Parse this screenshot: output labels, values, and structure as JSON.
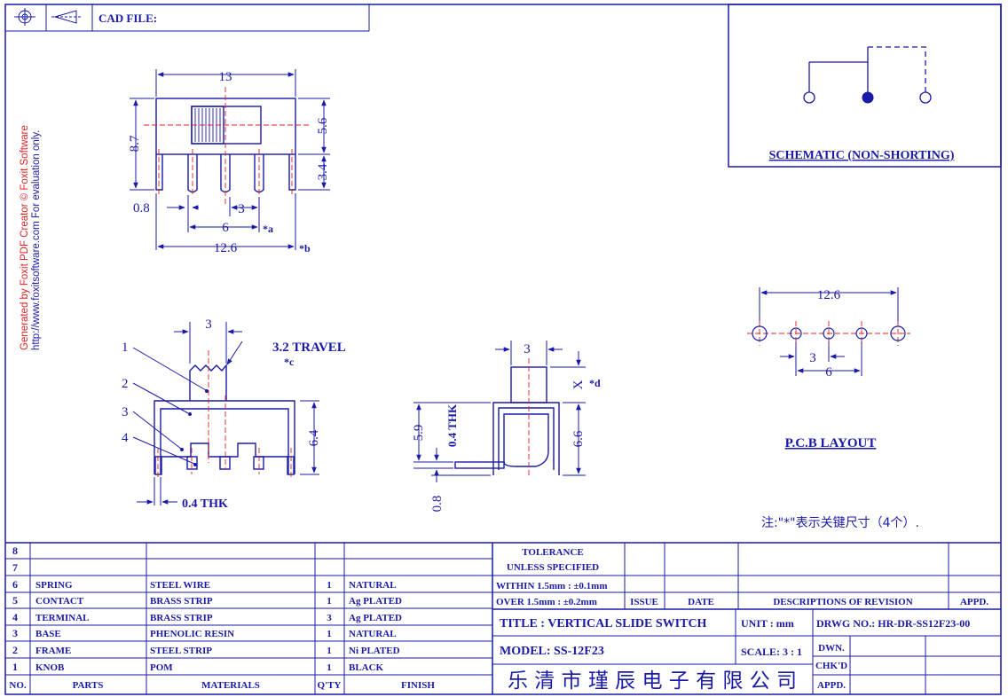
{
  "header": {
    "cad_file_label": "CAD FILE:"
  },
  "watermark": {
    "line1": "Generated by Foxit PDF Creator © Foxit Software",
    "line2": "http://www.foxitsoftware.com   For evaluation only."
  },
  "top_view": {
    "dim_width": "13",
    "dim_height_total": "8.7",
    "dim_body": "5.6",
    "dim_pin": "3.4",
    "dim_pin_width": "0.8",
    "dim_span_a": "6",
    "dim_pitch": "3",
    "mark_a": "*a",
    "dim_span_b": "12.6",
    "mark_b": "*b"
  },
  "front_view": {
    "dim_knob": "3",
    "travel": "3.2  TRAVEL",
    "mark_c": "*c",
    "callouts": [
      "1",
      "2",
      "3",
      "4"
    ],
    "dim_height": "6.4",
    "thk": "0.4  THK"
  },
  "side_view": {
    "dim_top": "3",
    "dim_x": "X",
    "mark_d": "*d",
    "dim_59": "5.9",
    "dim_thk": "0.4  THK",
    "dim_66": "6.6",
    "dim_08": "0.8"
  },
  "schematic": {
    "title": "SCHEMATIC  (NON-SHORTING)"
  },
  "pcb": {
    "dim_span": "12.6",
    "dim_pitch": "3",
    "dim_span_6": "6",
    "title": "P.C.B  LAYOUT"
  },
  "note": "注:\"*\"表示关键尺寸（4个）.",
  "bom": {
    "headers": {
      "no": "NO.",
      "parts": "PARTS",
      "materials": "MATERIALS",
      "qty": "Q'TY",
      "finish": "FINISH"
    },
    "rows": [
      {
        "no": "8",
        "part": "",
        "material": "",
        "qty": "",
        "finish": ""
      },
      {
        "no": "7",
        "part": "",
        "material": "",
        "qty": "",
        "finish": ""
      },
      {
        "no": "6",
        "part": "SPRING",
        "material": "STEEL  WIRE",
        "qty": "1",
        "finish": "NATURAL"
      },
      {
        "no": "5",
        "part": "CONTACT",
        "material": "BRASS  STRIP",
        "qty": "1",
        "finish": "Ag  PLATED"
      },
      {
        "no": "4",
        "part": "TERMINAL",
        "material": "BRASS  STRIP",
        "qty": "3",
        "finish": "Ag  PLATED"
      },
      {
        "no": "3",
        "part": "BASE",
        "material": "PHENOLIC  RESIN",
        "qty": "1",
        "finish": "NATURAL"
      },
      {
        "no": "2",
        "part": "FRAME",
        "material": "STEEL  STRIP",
        "qty": "1",
        "finish": "Ni  PLATED"
      },
      {
        "no": "1",
        "part": "KNOB",
        "material": "POM",
        "qty": "1",
        "finish": "BLACK"
      }
    ]
  },
  "tolerance": {
    "line1": "TOLERANCE",
    "line2": "UNLESS   SPECIFIED",
    "within": "WITHIN  1.5mm  :  ±0.1mm",
    "over": "OVER   1.5mm  :  ±0.2mm"
  },
  "revision": {
    "issue": "ISSUE",
    "date": "DATE",
    "descriptions": "DESCRIPTIONS  OF  REVISION",
    "appd": "APPD."
  },
  "title_block": {
    "title": "TITLE  :   VERTICAL  SLIDE  SWITCH",
    "unit": "UNIT  :   mm",
    "drwg": "DRWG  NO.:   HR-DR-SS12F23-00",
    "model": "MODEL:   SS-12F23",
    "scale": "SCALE:  3  :  1",
    "dwn": "DWN.",
    "chkd": "CHK'D",
    "appd": "APPD.",
    "company": "乐 清 市 瑾 辰 电 子 有 限 公 司"
  }
}
